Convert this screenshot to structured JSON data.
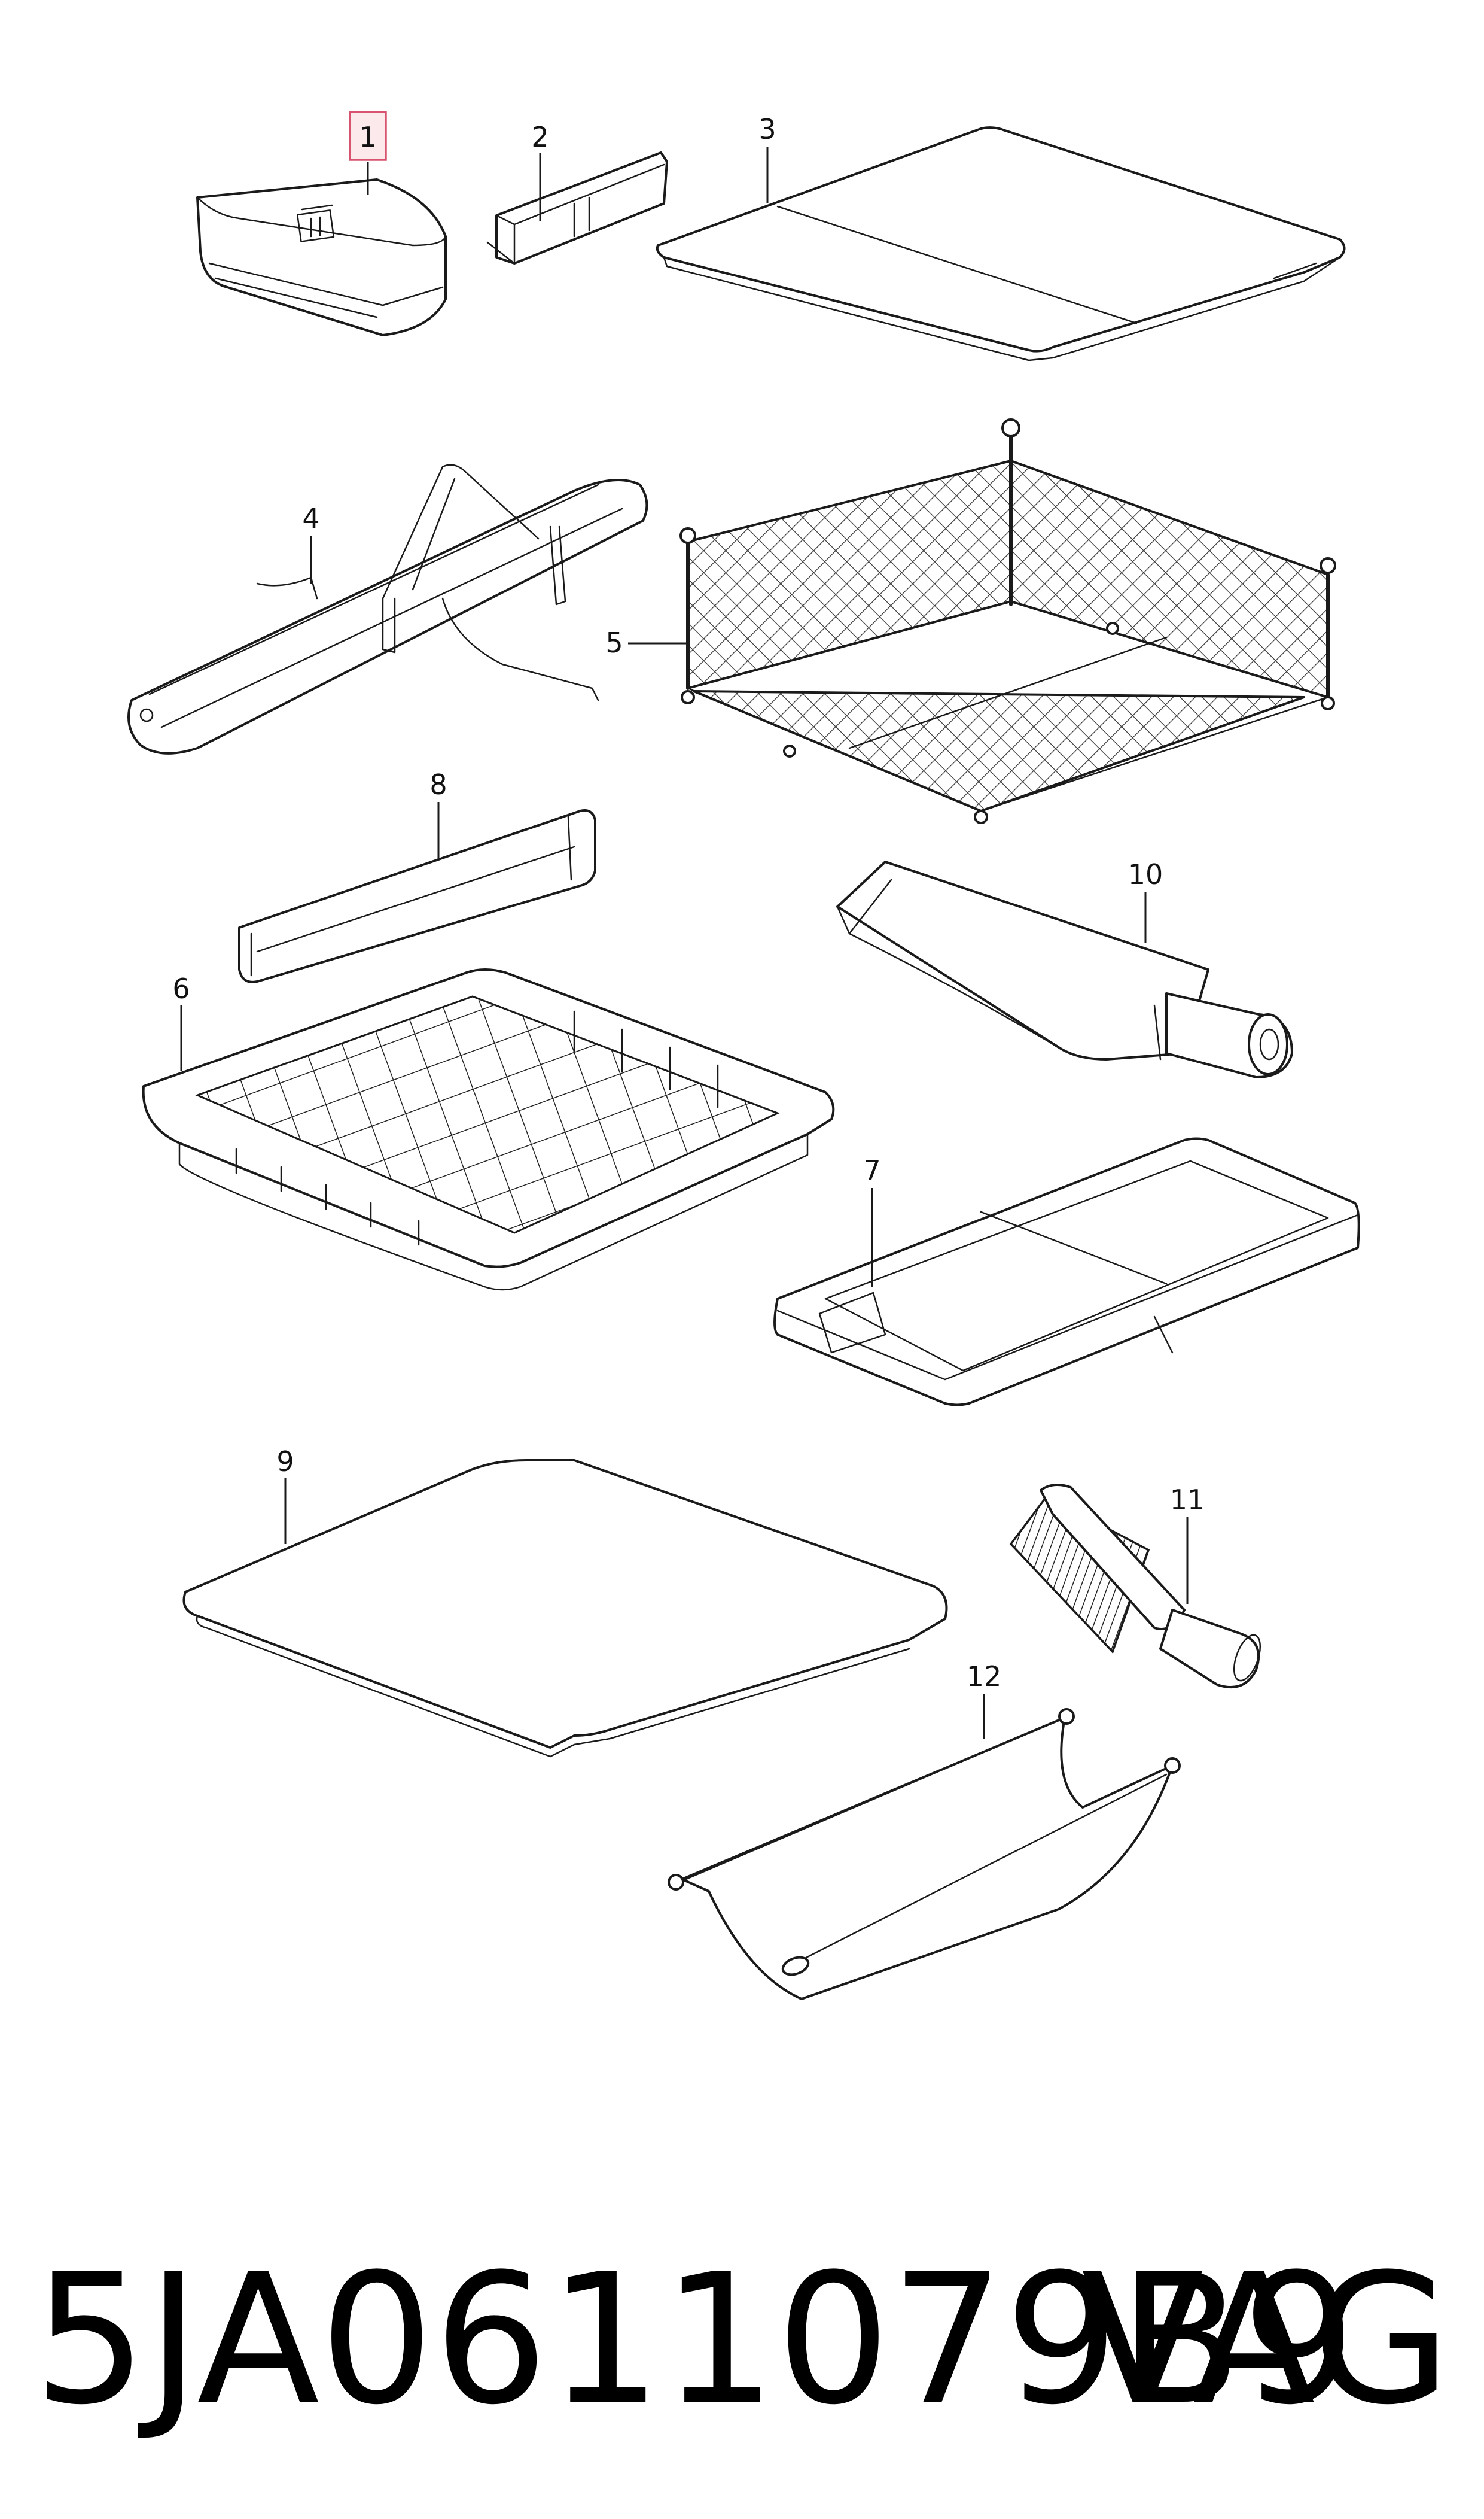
{
  "diagram": {
    "callouts": [
      {
        "label": "1",
        "highlighted": true,
        "highlight_color": "#d9536f"
      },
      {
        "label": "2"
      },
      {
        "label": "3"
      },
      {
        "label": "4"
      },
      {
        "label": "5"
      },
      {
        "label": "6"
      },
      {
        "label": "7"
      },
      {
        "label": "8"
      },
      {
        "label": "9"
      },
      {
        "label": "10"
      },
      {
        "label": "11"
      },
      {
        "label": "12"
      }
    ]
  },
  "footer": {
    "part_number": "5JA0611079B9",
    "brand": "VAG"
  }
}
